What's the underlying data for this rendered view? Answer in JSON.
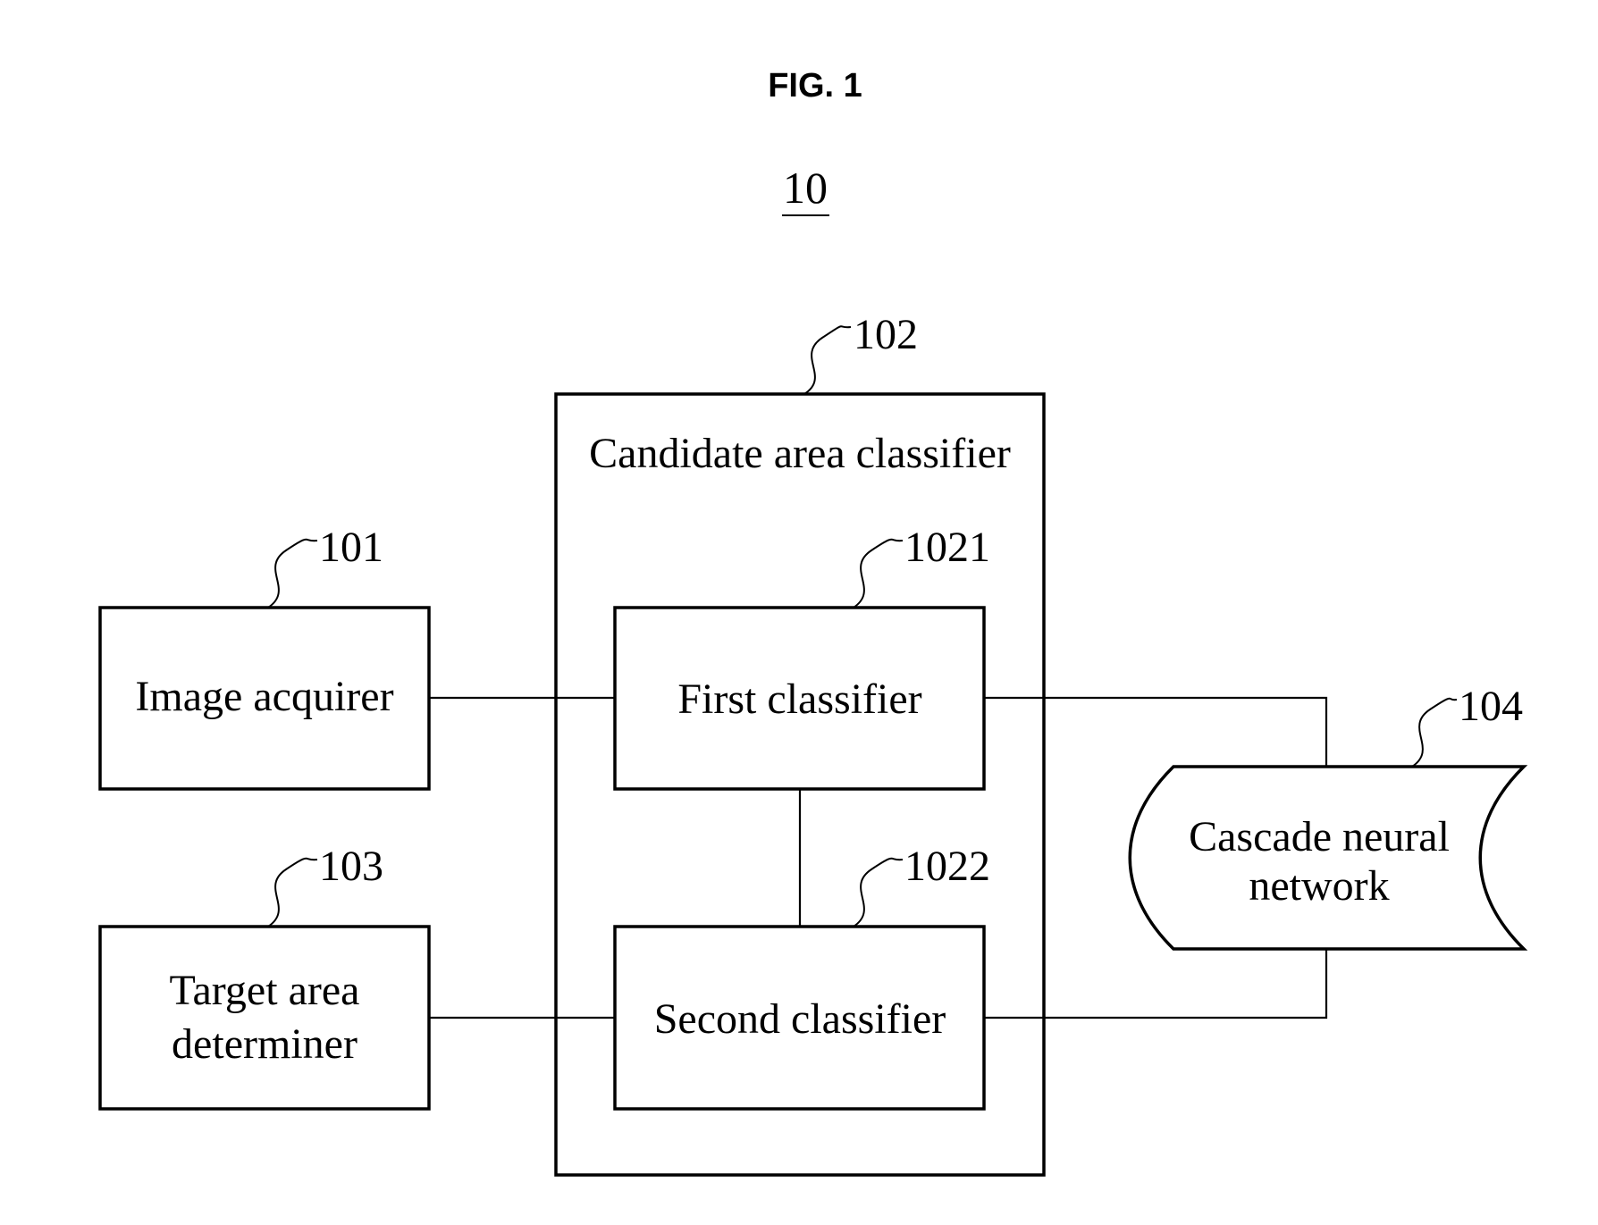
{
  "figure": {
    "title": "FIG. 1",
    "system_ref": "10"
  },
  "blocks": {
    "image_acquirer": {
      "ref": "101",
      "label": "Image acquirer"
    },
    "candidate_area_classifier": {
      "ref": "102",
      "label": "Candidate area classifier"
    },
    "first_classifier": {
      "ref": "1021",
      "label": "First classifier"
    },
    "second_classifier": {
      "ref": "1022",
      "label": "Second classifier"
    },
    "target_area_determiner": {
      "ref": "103",
      "label_line1": "Target area",
      "label_line2": "determiner"
    },
    "cascade_neural_network": {
      "ref": "104",
      "label_line1": "Cascade neural",
      "label_line2": "network"
    }
  },
  "colors": {
    "ink": "#000000",
    "paper": "#ffffff"
  }
}
